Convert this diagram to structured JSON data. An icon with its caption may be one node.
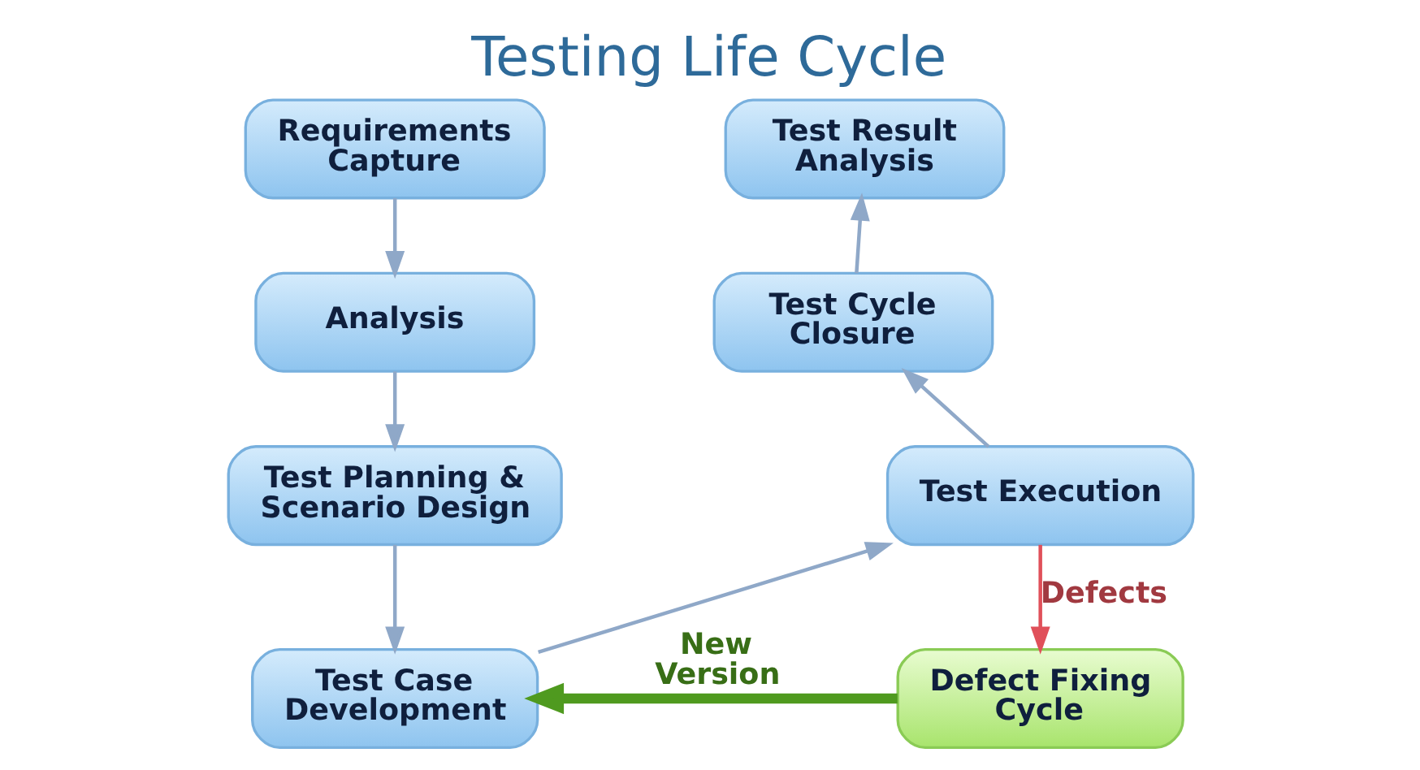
{
  "diagram": {
    "title": "Testing Life Cycle",
    "nodes": [
      {
        "text": [
          "Requirements Capture"
        ]
      },
      {
        "text": [
          "Analysis"
        ]
      },
      {
        "text": [
          "Test Planning & Scenario Design"
        ]
      },
      {
        "text": [
          "Test Case Development"
        ]
      },
      {
        "text": [
          "Test Execution"
        ]
      },
      {
        "text": [
          "Test Cycle Closure"
        ]
      },
      {
        "text": [
          "Test Result Analysis"
        ]
      },
      {
        "text": [
          "Defect Fixing Cycle"
        ]
      }
    ],
    "edges": [
      {
        "from": 0,
        "to": 1,
        "arrow": "to"
      },
      {
        "from": 1,
        "to": 2,
        "arrow": "to"
      },
      {
        "from": 2,
        "to": 3,
        "arrow": "to"
      },
      {
        "from": 3,
        "to": 4,
        "arrow": "to"
      },
      {
        "from": 4,
        "to": 5,
        "arrow": "to"
      },
      {
        "from": 5,
        "to": 6,
        "arrow": "to"
      },
      {
        "from": 4,
        "to": 7,
        "arrow": "to",
        "label": "Defects",
        "color": "#e0505a"
      },
      {
        "from": 7,
        "to": 3,
        "arrow": "to",
        "label": "New Version",
        "style": "thick",
        "color": "#4f9a1f"
      }
    ]
  }
}
